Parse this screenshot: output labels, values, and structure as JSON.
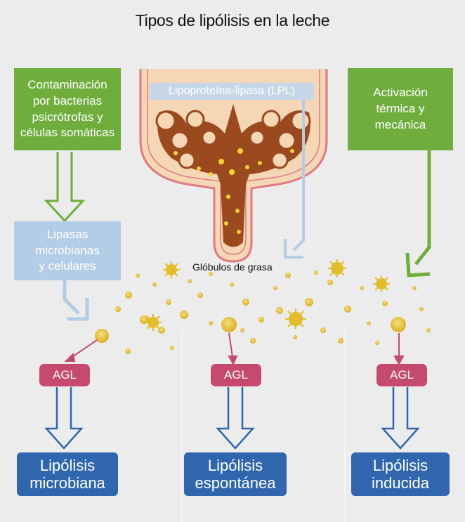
{
  "title": "Tipos de lipólisis en la leche",
  "sources": {
    "left": "Contaminación\npor bacterias\npsicrótrofas y\ncélulas somáticas",
    "right": "Activación\ntérmica y\nmecánica",
    "center": "Lipoproteína-lipasa (LPL)"
  },
  "enzyme_left": "Lipasas\nmicrobianas\ny celulares",
  "globules_label": "Glóbulos de grasa",
  "agl_label": "AGL",
  "results": [
    {
      "text": "Lipólisis\nmicrobiana"
    },
    {
      "text": "Lipólisis\nespontánea"
    },
    {
      "text": "Lipólisis\ninducida"
    }
  ],
  "colors": {
    "green": "#6fae3c",
    "light_blue": "#b3cde6",
    "agl": "#c54a6d",
    "result_blue": "#2f66ad",
    "fat_globule": "#e8c13a",
    "gland_tissue": "#f6d7b5",
    "gland_lumen": "#9a4a1e"
  }
}
